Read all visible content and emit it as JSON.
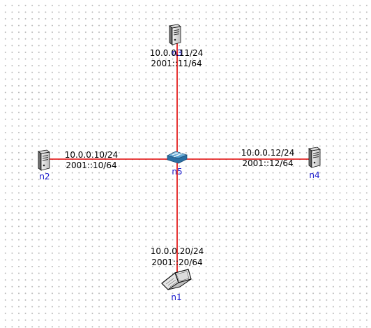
{
  "topology": {
    "colors": {
      "link": "#e00000",
      "node_label": "#1a1acc",
      "grid_dot": "#b9b9b9"
    },
    "nodes": [
      {
        "id": "n1",
        "name": "n1",
        "type": "laptop-icon"
      },
      {
        "id": "n2",
        "name": "n2",
        "type": "server-icon"
      },
      {
        "id": "n3",
        "name": "n3",
        "type": "server-icon"
      },
      {
        "id": "n4",
        "name": "n4",
        "type": "server-icon"
      },
      {
        "id": "n5",
        "name": "n5",
        "type": "switch-icon"
      }
    ],
    "links": [
      {
        "id": "link-n5-n3",
        "ipv4": "10.0.0.11/24",
        "ipv6": "2001::11/64"
      },
      {
        "id": "link-n5-n2",
        "ipv4": "10.0.0.10/24",
        "ipv6": "2001::10/64"
      },
      {
        "id": "link-n5-n4",
        "ipv4": "10.0.0.12/24",
        "ipv6": "2001::12/64"
      },
      {
        "id": "link-n5-n1",
        "ipv4": "10.0.0.20/24",
        "ipv6": "2001::20/64"
      }
    ]
  }
}
